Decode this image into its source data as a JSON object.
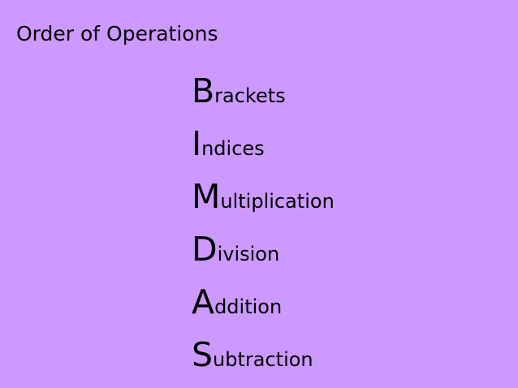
{
  "slide": {
    "title": "Order of Operations",
    "background_color": "#cc99ff",
    "text_color": "#000000",
    "items": [
      {
        "initial": "B",
        "rest": "rackets"
      },
      {
        "initial": "I",
        "rest": "ndices"
      },
      {
        "initial": "M",
        "rest": "ultiplication"
      },
      {
        "initial": "D",
        "rest": "ivision"
      },
      {
        "initial": "A",
        "rest": "ddition"
      },
      {
        "initial": "S",
        "rest": "ubtraction"
      }
    ]
  }
}
